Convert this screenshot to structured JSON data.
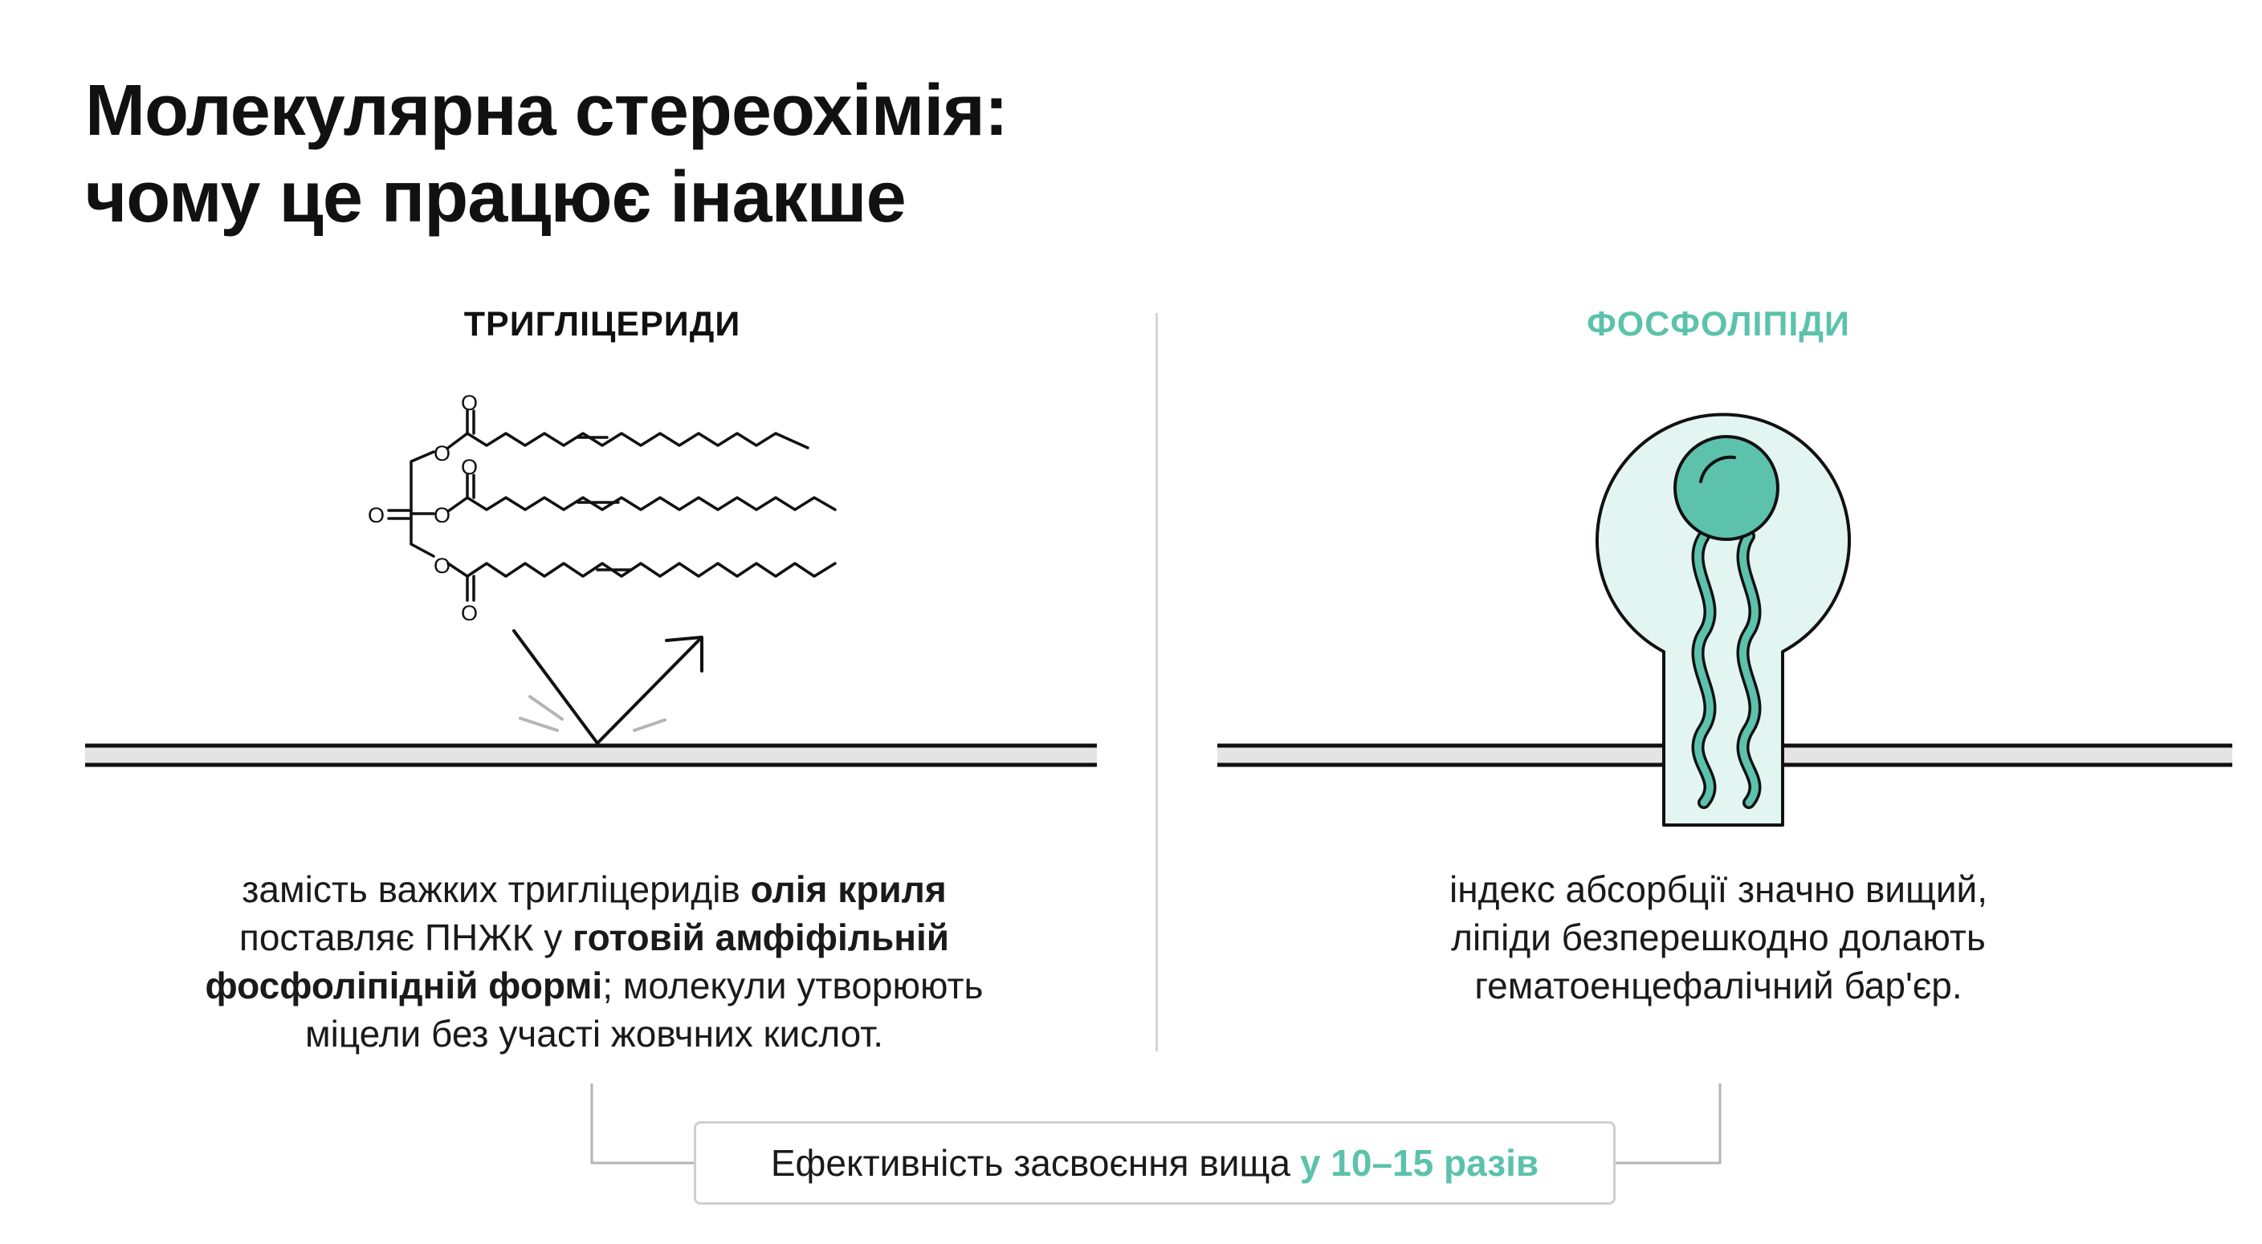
{
  "title": {
    "line1": "Молекулярна стереохімія:",
    "line2": "чому це працює інакше"
  },
  "left": {
    "heading": "ТРИГЛІЦЕРИДИ",
    "atom_o": "O",
    "desc": {
      "l1a": "замість важких тригліцеридів ",
      "l1b": "олія криля",
      "l2a": "поставляє ПНЖК у ",
      "l2b": "готовій амфіфільній",
      "l3a": "фосфоліпідній формі",
      "l3b": "; молекули утворюють",
      "l4": "міцели без участі жовчних кислот."
    }
  },
  "right": {
    "heading": "ФОСФОЛІПІДИ",
    "desc": {
      "l1": "індекс абсорбції значно вищий,",
      "l2": "ліпіди безперешкодно долають",
      "l3": "гематоенцефалічний бар'єр."
    }
  },
  "result": {
    "text": "Ефективність засвоєння вища",
    "accent": "у 10–15 разів"
  },
  "colors": {
    "accent": "#5cc2ab",
    "accent_light": "#e3f5f0",
    "text": "#111111",
    "divider": "#d4d4d4",
    "membrane_fill": "#e4e4e4"
  }
}
